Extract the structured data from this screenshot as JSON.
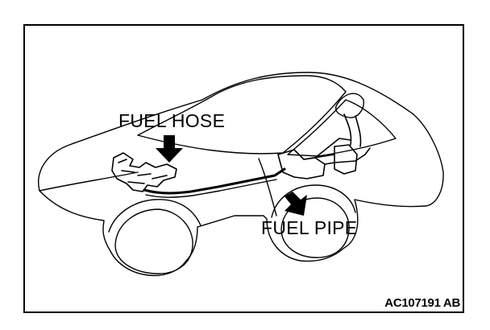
{
  "diagram": {
    "labels": {
      "fuel_hose": "FUEL HOSE",
      "fuel_pipe": "FUEL PIPE"
    },
    "figure_code": "AC107191 AB"
  },
  "colors": {
    "line": "#000000",
    "background": "#ffffff"
  }
}
